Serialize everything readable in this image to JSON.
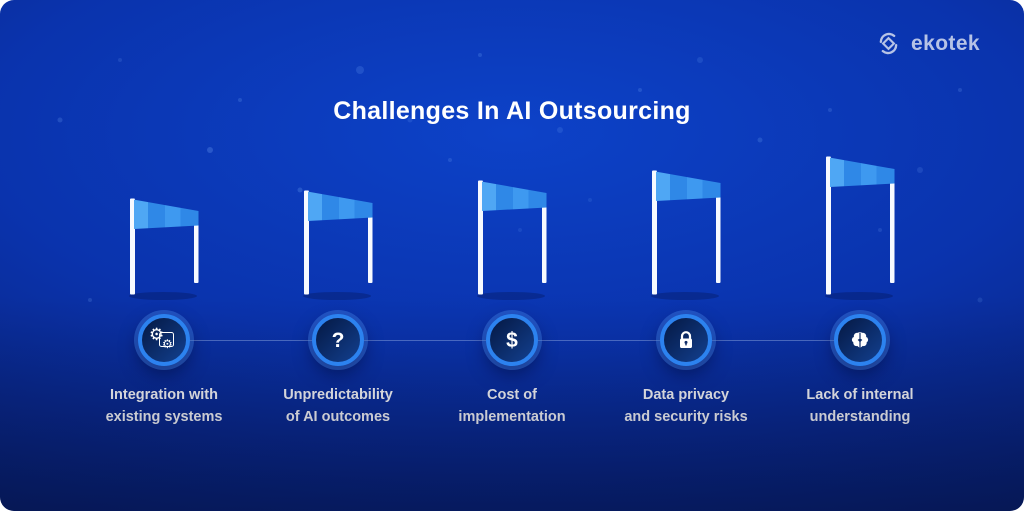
{
  "brand": {
    "name": "ekotek",
    "icon": "ekotek-logo-icon"
  },
  "title": "Challenges In AI Outsourcing",
  "colors": {
    "background_top": "#0d42c8",
    "background_bottom": "#061a5c",
    "banner_blue": "#2f88e7",
    "banner_blue_light": "#4fa7f4",
    "circle_ring": "#2c82ef",
    "circle_fill": "#0a2a66",
    "text": "#ffffff",
    "logo_text": "#b6c3e6",
    "pole_white": "#f7faff"
  },
  "icons": {
    "gear_glyph": "⚙"
  },
  "items": [
    {
      "icon": "gears-integration-icon",
      "label_line1": "Integration with",
      "label_line2": "existing systems"
    },
    {
      "icon": "question-mark-icon",
      "glyph": "?",
      "label_line1": "Unpredictability",
      "label_line2": "of AI outcomes"
    },
    {
      "icon": "dollar-icon",
      "glyph": "$",
      "label_line1": "Cost of",
      "label_line2": "implementation"
    },
    {
      "icon": "lock-icon",
      "label_line1": "Data privacy",
      "label_line2": "and security risks"
    },
    {
      "icon": "brain-icon",
      "label_line1": "Lack of internal",
      "label_line2": "understanding"
    }
  ]
}
